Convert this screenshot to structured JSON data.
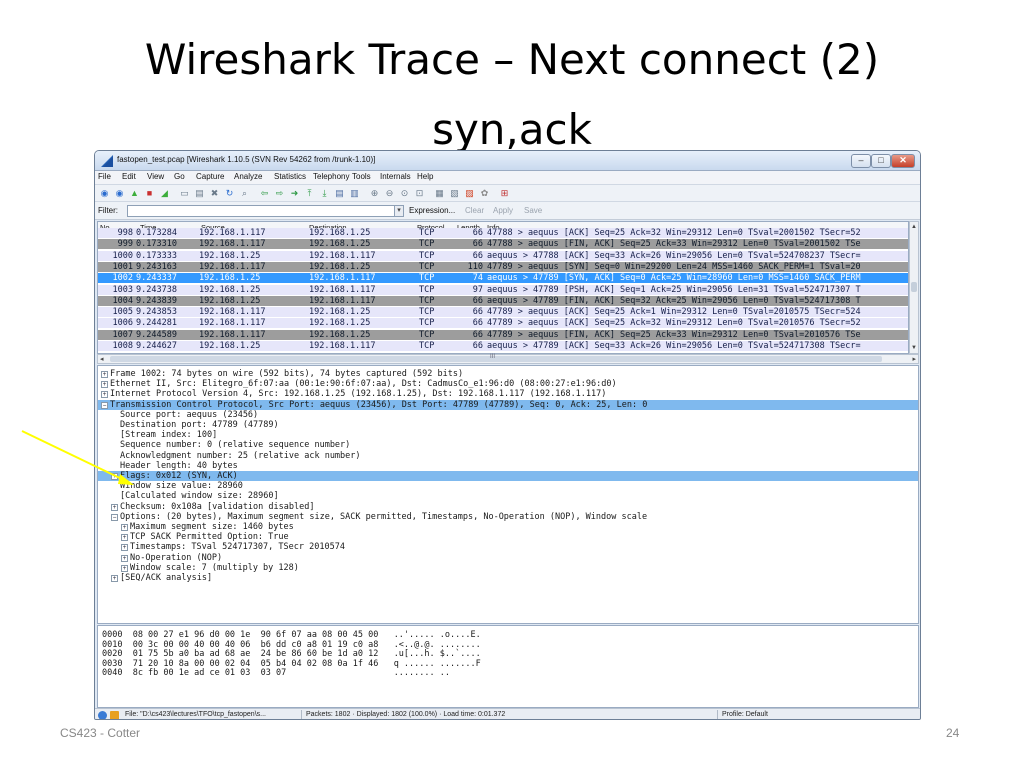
{
  "slide": {
    "title_line1": "Wireshark Trace – Next connect (2)",
    "title_line2": "syn,ack",
    "footer_left": "CS423 - Cotter",
    "footer_right": "24",
    "accent": "#ffff00"
  },
  "window": {
    "title": "fastopen_test.pcap  [Wireshark 1.10.5  (SVN Rev 54262 from /trunk-1.10)]",
    "controls": {
      "minimize": "–",
      "maximize": "□",
      "close": "✕"
    }
  },
  "menu": [
    "File",
    "Edit",
    "View",
    "Go",
    "Capture",
    "Analyze",
    "Statistics",
    "Telephony",
    "Tools",
    "Internals",
    "Help"
  ],
  "toolbar_icons": [
    "interfaces-icon",
    "options-icon",
    "start-capture-icon",
    "stop-capture-icon",
    "restart-capture-icon",
    "open-icon",
    "save-icon",
    "close-file-icon",
    "reload-icon",
    "find-icon",
    "back-icon",
    "forward-icon",
    "goto-icon",
    "first-packet-icon",
    "last-packet-icon",
    "colorize-icon",
    "autoscroll-icon",
    "zoom-in-icon",
    "zoom-out-icon",
    "zoom-normal-icon",
    "resize-columns-icon",
    "capture-filters-icon",
    "display-filters-icon",
    "coloring-rules-icon",
    "preferences-icon",
    "help-icon"
  ],
  "filter": {
    "label": "Filter:",
    "value": "",
    "expression": "Expression...",
    "clear": "Clear",
    "apply": "Apply",
    "save": "Save"
  },
  "packet_list": {
    "columns": [
      "No.",
      "Time",
      "Source",
      "Destination",
      "Protocol",
      "Length",
      "Info"
    ],
    "rows": [
      {
        "no": "998",
        "time": "0.173284",
        "src": "192.168.1.117",
        "dst": "192.168.1.25",
        "proto": "TCP",
        "len": "66",
        "info": "47788 > aequus [ACK] Seq=25 Ack=32 Win=29312 Len=0 TSval=2001502 TSecr=52",
        "style": "light"
      },
      {
        "no": "999",
        "time": "0.173310",
        "src": "192.168.1.117",
        "dst": "192.168.1.25",
        "proto": "TCP",
        "len": "66",
        "info": "47788 > aequus [FIN, ACK] Seq=25 Ack=33 Win=29312 Len=0 TSval=2001502 TSe",
        "style": "dark"
      },
      {
        "no": "1000",
        "time": "0.173333",
        "src": "192.168.1.25",
        "dst": "192.168.1.117",
        "proto": "TCP",
        "len": "66",
        "info": "aequus > 47788 [ACK] Seq=33 Ack=26 Win=29056 Len=0 TSval=524708237 TSecr=",
        "style": "light"
      },
      {
        "no": "1001",
        "time": "9.243163",
        "src": "192.168.1.117",
        "dst": "192.168.1.25",
        "proto": "TCP",
        "len": "110",
        "info": "47789 > aequus [SYN] Seq=0 Win=29200 Len=24 MSS=1460 SACK_PERM=1 TSval=20",
        "style": "dark"
      },
      {
        "no": "1002",
        "time": "9.243337",
        "src": "192.168.1.25",
        "dst": "192.168.1.117",
        "proto": "TCP",
        "len": "74",
        "info": "aequus > 47789 [SYN, ACK] Seq=0 Ack=25 Win=28960 Len=0 MSS=1460 SACK_PERM",
        "style": "selected"
      },
      {
        "no": "1003",
        "time": "9.243738",
        "src": "192.168.1.25",
        "dst": "192.168.1.117",
        "proto": "TCP",
        "len": "97",
        "info": "aequus > 47789 [PSH, ACK] Seq=1 Ack=25 Win=29056 Len=31 TSval=524717307 T",
        "style": "light"
      },
      {
        "no": "1004",
        "time": "9.243839",
        "src": "192.168.1.25",
        "dst": "192.168.1.117",
        "proto": "TCP",
        "len": "66",
        "info": "aequus > 47789 [FIN, ACK] Seq=32 Ack=25 Win=29056 Len=0 TSval=524717308 T",
        "style": "dark"
      },
      {
        "no": "1005",
        "time": "9.243853",
        "src": "192.168.1.117",
        "dst": "192.168.1.25",
        "proto": "TCP",
        "len": "66",
        "info": "47789 > aequus [ACK] Seq=25 Ack=1 Win=29312 Len=0 TSval=2010575 TSecr=524",
        "style": "light"
      },
      {
        "no": "1006",
        "time": "9.244281",
        "src": "192.168.1.117",
        "dst": "192.168.1.25",
        "proto": "TCP",
        "len": "66",
        "info": "47789 > aequus [ACK] Seq=25 Ack=32 Win=29312 Len=0 TSval=2010576 TSecr=52",
        "style": "light"
      },
      {
        "no": "1007",
        "time": "9.244589",
        "src": "192.168.1.117",
        "dst": "192.168.1.25",
        "proto": "TCP",
        "len": "66",
        "info": "47789 > aequus [FIN, ACK] Seq=25 Ack=33 Win=29312 Len=0 TSval=2010576 TSe",
        "style": "dark"
      },
      {
        "no": "1008",
        "time": "9.244627",
        "src": "192.168.1.25",
        "dst": "192.168.1.117",
        "proto": "TCP",
        "len": "66",
        "info": "aequus > 47789 [ACK] Seq=33 Ack=26 Win=29056 Len=0 TSval=524717308 TSecr=",
        "style": "light"
      }
    ],
    "hscroll_marker": "III"
  },
  "details": [
    {
      "indent": 0,
      "toggle": "+",
      "text": "Frame 1002: 74 bytes on wire (592 bits), 74 bytes captured (592 bits)",
      "hl": false
    },
    {
      "indent": 0,
      "toggle": "+",
      "text": "Ethernet II, Src: Elitegro_6f:07:aa (00:1e:90:6f:07:aa), Dst: CadmusCo_e1:96:d0 (08:00:27:e1:96:d0)",
      "hl": false
    },
    {
      "indent": 0,
      "toggle": "+",
      "text": "Internet Protocol Version 4, Src: 192.168.1.25 (192.168.1.25), Dst: 192.168.1.117 (192.168.1.117)",
      "hl": false
    },
    {
      "indent": 0,
      "toggle": "−",
      "text": "Transmission Control Protocol, Src Port: aequus (23456), Dst Port: 47789 (47789), Seq: 0, Ack: 25, Len: 0",
      "hl": true
    },
    {
      "indent": 1,
      "toggle": "",
      "text": "Source port: aequus (23456)",
      "hl": false
    },
    {
      "indent": 1,
      "toggle": "",
      "text": "Destination port: 47789 (47789)",
      "hl": false
    },
    {
      "indent": 1,
      "toggle": "",
      "text": "[Stream index: 100]",
      "hl": false
    },
    {
      "indent": 1,
      "toggle": "",
      "text": "Sequence number: 0    (relative sequence number)",
      "hl": false
    },
    {
      "indent": 1,
      "toggle": "",
      "text": "Acknowledgment number: 25    (relative ack number)",
      "hl": false
    },
    {
      "indent": 1,
      "toggle": "",
      "text": "Header length: 40 bytes",
      "hl": false
    },
    {
      "indent": 1,
      "toggle": "+",
      "text": "Flags: 0x012 (SYN, ACK)",
      "hl": true
    },
    {
      "indent": 1,
      "toggle": "",
      "text": "Window size value: 28960",
      "hl": false
    },
    {
      "indent": 1,
      "toggle": "",
      "text": "[Calculated window size: 28960]",
      "hl": false
    },
    {
      "indent": 1,
      "toggle": "+",
      "text": "Checksum: 0x108a [validation disabled]",
      "hl": false
    },
    {
      "indent": 1,
      "toggle": "−",
      "text": "Options: (20 bytes), Maximum segment size, SACK permitted, Timestamps, No-Operation (NOP), Window scale",
      "hl": false
    },
    {
      "indent": 2,
      "toggle": "+",
      "text": "Maximum segment size: 1460 bytes",
      "hl": false
    },
    {
      "indent": 2,
      "toggle": "+",
      "text": "TCP SACK Permitted Option: True",
      "hl": false
    },
    {
      "indent": 2,
      "toggle": "+",
      "text": "Timestamps: TSval 524717307, TSecr 2010574",
      "hl": false
    },
    {
      "indent": 2,
      "toggle": "+",
      "text": "No-Operation (NOP)",
      "hl": false
    },
    {
      "indent": 2,
      "toggle": "+",
      "text": "Window scale: 7 (multiply by 128)",
      "hl": false
    },
    {
      "indent": 1,
      "toggle": "+",
      "text": "[SEQ/ACK analysis]",
      "hl": false
    }
  ],
  "bytes": [
    "0000  08 00 27 e1 96 d0 00 1e  90 6f 07 aa 08 00 45 00   ..'..... .o....E.",
    "0010  00 3c 00 00 40 00 40 06  b6 dd c0 a8 01 19 c0 a8   .<..@.@. ........",
    "0020  01 75 5b a0 ba ad 68 ae  24 be 86 60 be 1d a0 12   .u[...h. $..`....",
    "0030  71 20 10 8a 00 00 02 04  05 b4 04 02 08 0a 1f 46   q ...... .......F",
    "0040  8c fb 00 1e ad ce 01 03  03 07                     ........ .."
  ],
  "status": {
    "file": "File: \"D:\\cs423\\lectures\\TFO\\tcp_fastopen\\s...",
    "packets": "Packets: 1802 · Displayed: 1802 (100.0%) · Load time: 0:01.372",
    "profile": "Profile: Default"
  }
}
